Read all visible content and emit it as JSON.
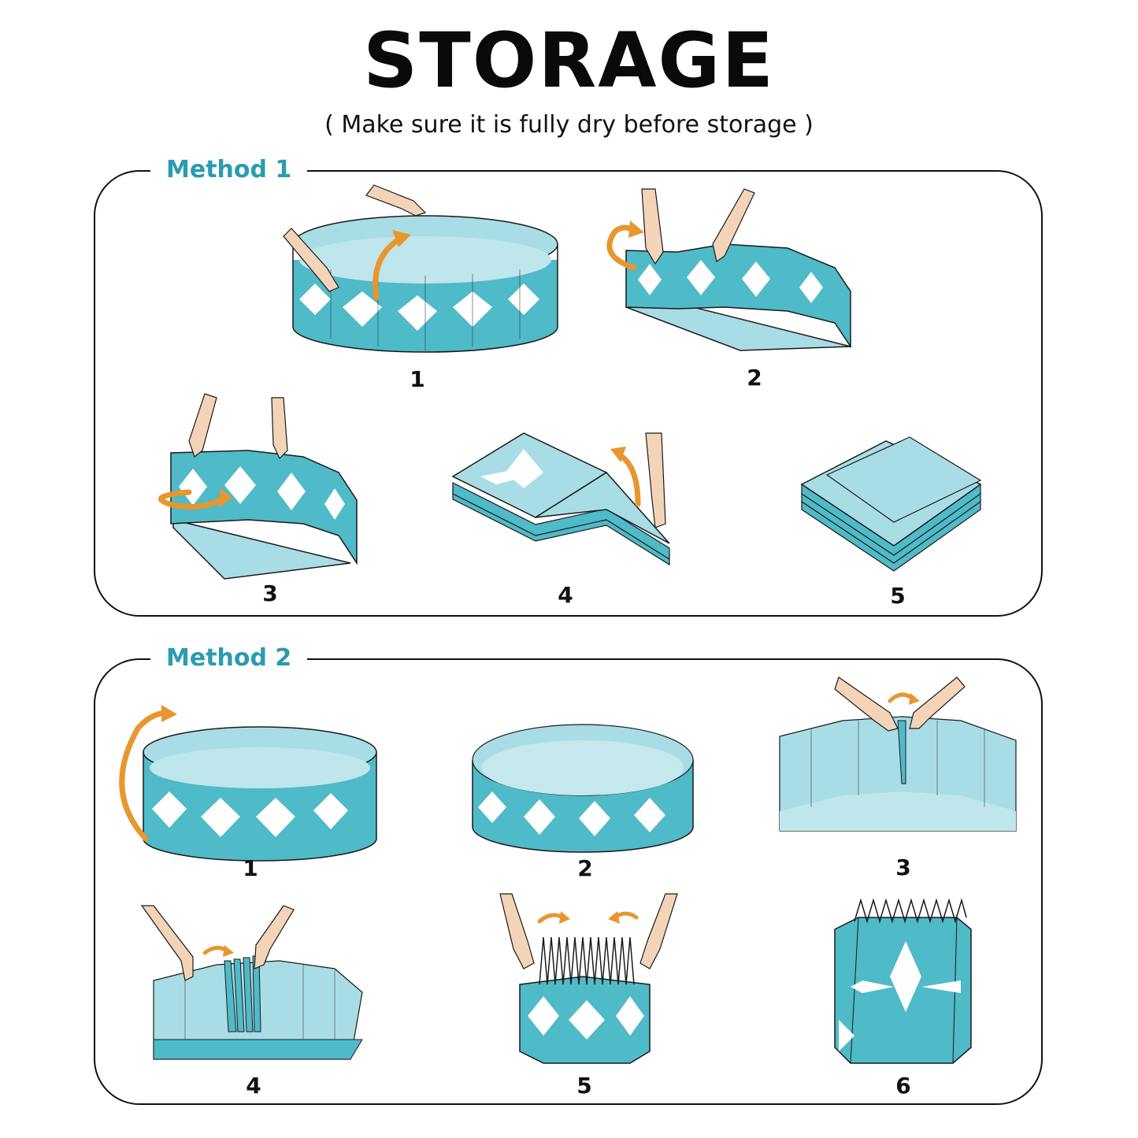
{
  "header": {
    "title": "STORAGE",
    "subtitle": "( Make sure it is fully dry before storage )"
  },
  "methods": [
    {
      "label": "Method 1",
      "steps": [
        "1",
        "2",
        "3",
        "4",
        "5"
      ]
    },
    {
      "label": "Method 2",
      "steps": [
        "1",
        "2",
        "3",
        "4",
        "5",
        "6"
      ]
    }
  ],
  "colors": {
    "accent_text": "#2a9bb0",
    "pool_teal": "#4fbac8",
    "pool_light": "#a9dde6",
    "pool_pattern": "#ffffff",
    "arrow": "#e8962e",
    "skin": "#f3d4b8",
    "outline": "#1a1a1a"
  },
  "icons": {
    "arrow": "curved-arrow-icon",
    "hand": "hand-icon"
  }
}
